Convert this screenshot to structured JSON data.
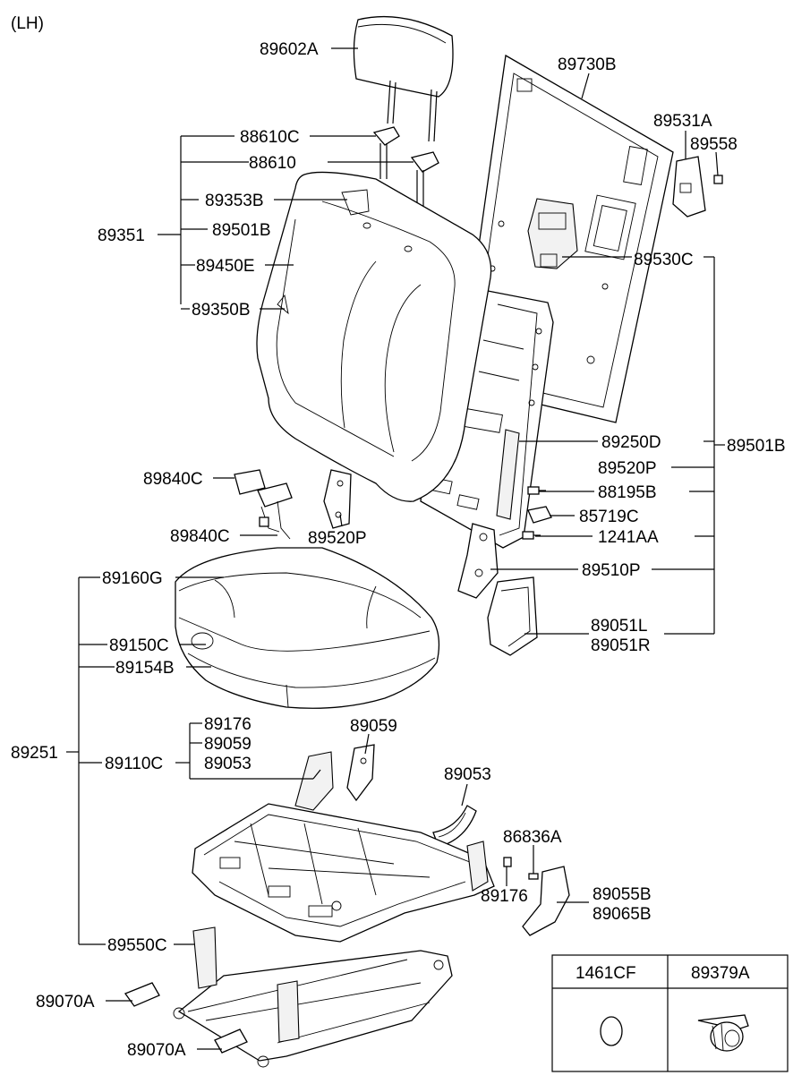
{
  "side_label": "(LH)",
  "parts": {
    "headrest": "89602A",
    "back_cover_board": "89730B",
    "guide_lock": "88610C",
    "guide_free": "88610",
    "back_assy": "89351",
    "back_covering": "89353B",
    "back_pad_assy": "89501B",
    "back_pad": "89450E",
    "back_cover_misc": "89350B",
    "latch_cover": "89531A",
    "knob": "89558",
    "latch_assy": "89530C",
    "back_frame_assy": "89501B",
    "back_frame": "89250D",
    "bracket_1": "89520P",
    "bolt_1": "88195B",
    "clip_1": "85719C",
    "bolt_2": "1241AA",
    "hinge": "89510P",
    "cover_left": "89051L",
    "cover_right": "89051R",
    "buckle_a": "89840C",
    "buckle_b": "89840C",
    "bracket_2": "89520P",
    "cushion_covering": "89160G",
    "cushion_assy": "89251",
    "cushion_pad": "89150C",
    "cushion_pad_b": "89154B",
    "frame_assy": "89110C",
    "frame_part_1": "89176",
    "frame_part_2": "89059",
    "frame_part_3": "89053",
    "bracket_89059": "89059",
    "bracket_89053": "89053",
    "bolt_86836a": "86836A",
    "nut_89176": "89176",
    "side_cover_1": "89055B",
    "side_cover_2": "89065B",
    "track_assy": "89550C",
    "track_cover_1": "89070A",
    "track_cover_2": "89070A"
  },
  "table": {
    "col1_header": "1461CF",
    "col2_header": "89379A"
  }
}
